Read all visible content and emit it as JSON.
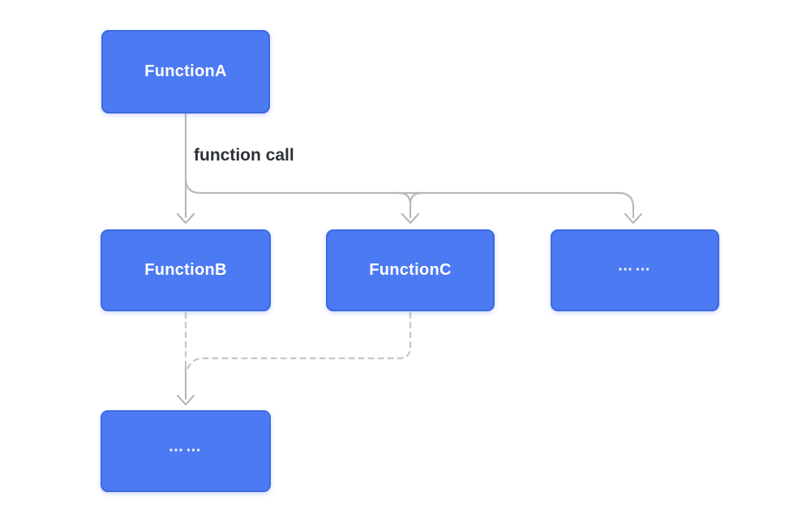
{
  "diagram": {
    "edge_label": "function call",
    "nodes": [
      {
        "id": "function-a",
        "label": "FunctionA"
      },
      {
        "id": "function-b",
        "label": "FunctionB"
      },
      {
        "id": "function-c",
        "label": "FunctionC"
      },
      {
        "id": "more-callees",
        "label": "……"
      },
      {
        "id": "more-nested-calls",
        "label": "……"
      }
    ],
    "edges": [
      {
        "from": "FunctionA",
        "to": "FunctionB",
        "style": "solid",
        "label": "function call"
      },
      {
        "from": "FunctionA",
        "to": "FunctionC",
        "style": "solid",
        "label": "function call"
      },
      {
        "from": "FunctionA",
        "to": "……",
        "style": "solid",
        "label": "function call"
      },
      {
        "from": "FunctionB",
        "to": "……",
        "style": "dashed"
      },
      {
        "from": "FunctionC",
        "to": "……",
        "style": "dashed"
      }
    ],
    "colors": {
      "node_fill": "#4c7af2",
      "node_border": "#3d69e1",
      "node_text": "#ffffff",
      "connector": "#b6b9bc",
      "connector_dashed": "#c4c6c8",
      "label_text": "#2e3237",
      "background": "#ffffff"
    }
  }
}
